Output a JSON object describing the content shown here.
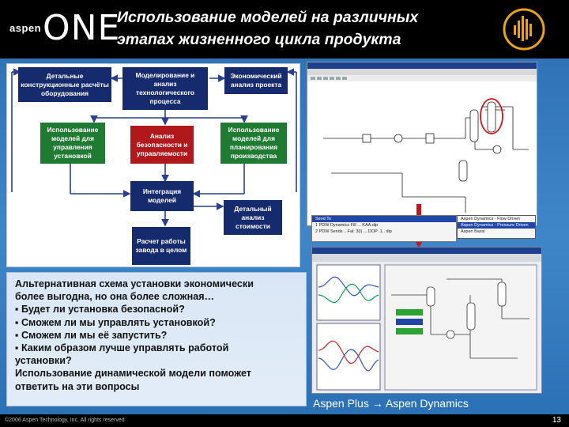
{
  "header": {
    "logo_prefix": "aspen",
    "logo_main": "ONE",
    "title_line1": "Использование моделей на различных",
    "title_line2": "этапах жизненного цикла продукта"
  },
  "flowchart": {
    "boxes": [
      {
        "id": "b1",
        "color": "blue",
        "text": "Детальные конструкционные расчёты оборудования"
      },
      {
        "id": "b2",
        "color": "blue",
        "text": "Моделирование и анализ технологического процесса"
      },
      {
        "id": "b3",
        "color": "blue",
        "text": "Экономический анализ проекта"
      },
      {
        "id": "b4",
        "color": "green",
        "text": "Использование моделей для управления установкой"
      },
      {
        "id": "b5",
        "color": "red",
        "text": "Анализ безопасности и управляемости"
      },
      {
        "id": "b6",
        "color": "green",
        "text": "Использование моделей для планирования производства"
      },
      {
        "id": "b7",
        "color": "blue",
        "text": "Интеграция моделей"
      },
      {
        "id": "b8",
        "color": "blue",
        "text": "Детальный анализ стоимости"
      },
      {
        "id": "b9",
        "color": "blue",
        "text": "Расчет работы завода в целом"
      }
    ]
  },
  "menu": {
    "items": [
      "Send To",
      "1 PDW Dynamics Fill ... KAA.dip",
      "2 PDW Sends .. Fal: 3(i) ....DOP .1.. dip"
    ],
    "submenu": [
      "Aspen Dynamics - Flow Driven",
      "Aspen Dynamics - Pressure Driven",
      "Aspen Bassi"
    ]
  },
  "text_block": {
    "lines": [
      "Альтернативная схема установки экономически",
      "более выгодна, но она более сложная…",
      "▪ Будет ли установка безопасной?",
      "▪ Сможем ли мы управлять установкой?",
      "▪ Сможем ли мы её запустить?",
      "▪ Каким образом лучше управлять работой",
      "установки?",
      "Использование динамической модели поможет",
      "ответить на эти вопросы"
    ]
  },
  "caption": "Aspen Plus → Aspen Dynamics",
  "footer": {
    "copyright": "©2006 Aspen Technology, Inc. All rights reserved",
    "page": "13"
  },
  "colors": {
    "header_bg": "#000000",
    "slide_bg": "#3f86c8",
    "box_blue": "#162a6e",
    "box_green": "#1f7a32",
    "box_red": "#b1181c",
    "arrow_red": "#c0171c",
    "emblem_gold": "#e8a21a"
  },
  "icons": [
    "aspen-one-logo",
    "aspen-emblem-icon",
    "red-down-arrow-icon"
  ]
}
